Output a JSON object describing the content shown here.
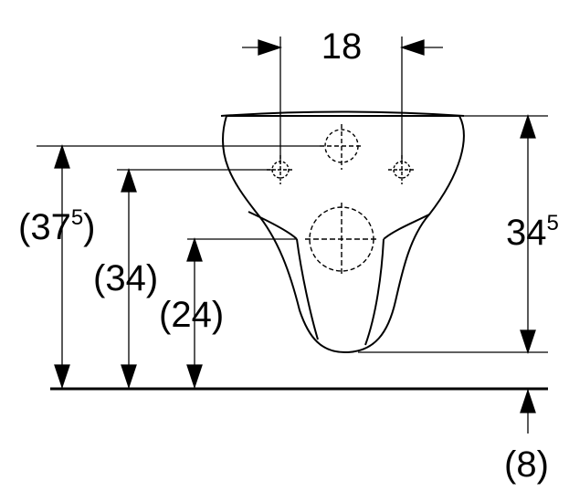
{
  "dimensions": {
    "top_width": "18",
    "right_height_main": "34",
    "right_height_sup": "5",
    "left_outer_main": "(37",
    "left_outer_sup": "5",
    "left_outer_close": ")",
    "left_middle": "(34)",
    "left_inner": "(24)",
    "floor_gap": "(8)"
  },
  "colors": {
    "line": "#000000",
    "background": "#ffffff"
  }
}
